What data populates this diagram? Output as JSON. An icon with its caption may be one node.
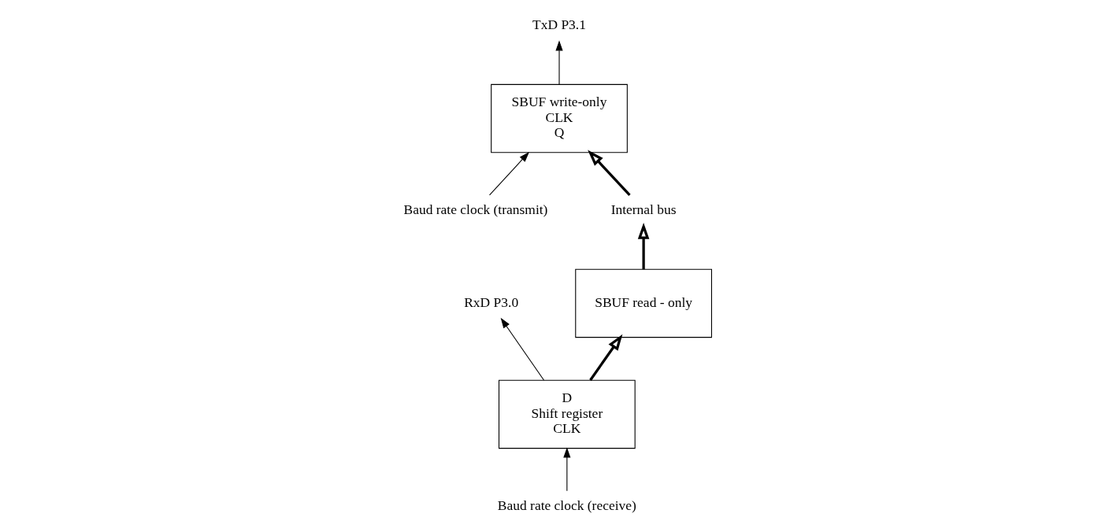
{
  "diagram": {
    "nodes": [
      {
        "text": [
          "SBUF write-only",
          "CLK",
          "Q"
        ]
      },
      {
        "text": [
          "TxD P3.1"
        ]
      },
      {
        "text": [
          "Baud rate clock (transmit)"
        ]
      },
      {
        "text": [
          "D",
          "Shift register",
          "CLK"
        ]
      },
      {
        "text": [
          "RxD P3.0"
        ]
      },
      {
        "text": [
          "Baud rate clock (receive)"
        ]
      },
      {
        "text": [
          "SBUF read - only"
        ]
      },
      {
        "text": [
          "Internal bus"
        ]
      }
    ],
    "edges": [
      {
        "from": 2,
        "to": 0,
        "arrow": "to"
      },
      {
        "from": 0,
        "to": 1,
        "arrow": "to"
      },
      {
        "from": 7,
        "to": 0,
        "arrow": "to",
        "style": "thick"
      },
      {
        "from": 3,
        "to": 4,
        "arrow": "to"
      },
      {
        "from": 5,
        "to": 3,
        "arrow": "to"
      },
      {
        "from": 3,
        "to": 6,
        "arrow": "to",
        "style": "thick"
      },
      {
        "from": 6,
        "to": 7,
        "arrow": "to",
        "style": "thick"
      }
    ]
  }
}
